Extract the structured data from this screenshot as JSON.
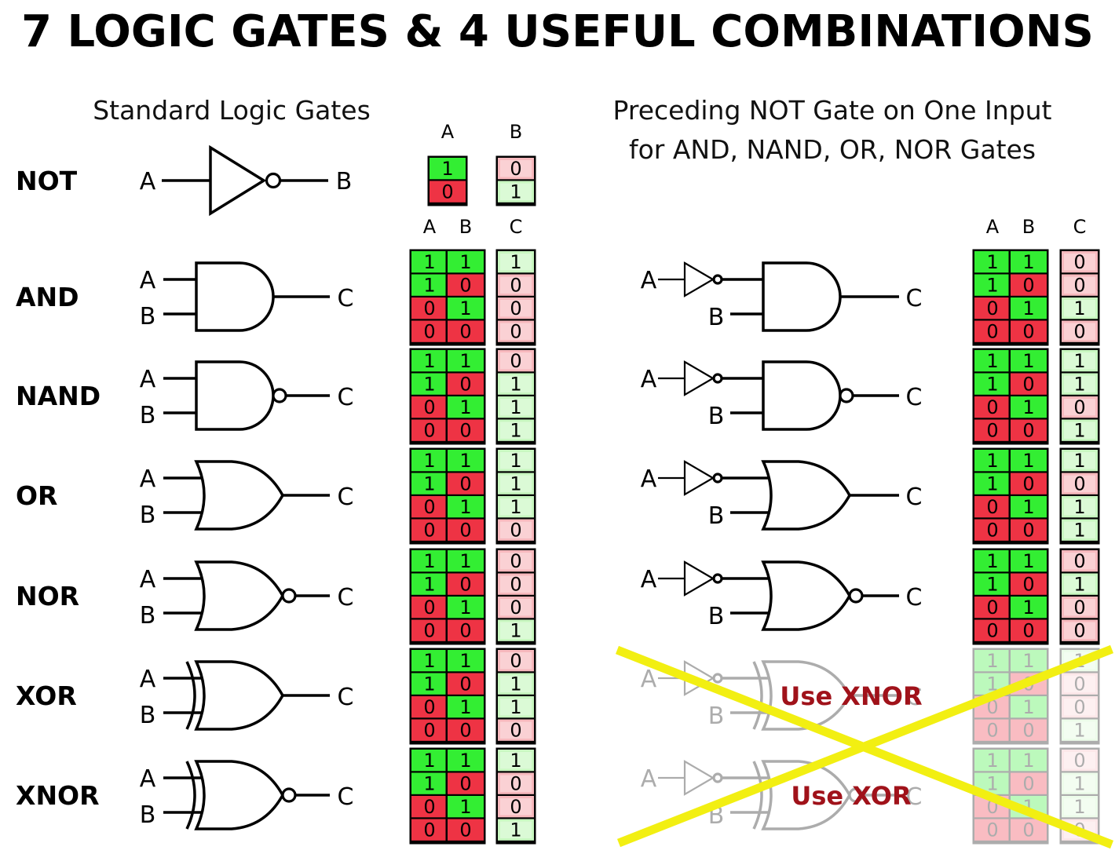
{
  "title": "7 LOGIC GATES & 4 USEFUL COMBINATIONS",
  "headings": {
    "left": "Standard Logic Gates",
    "right_line1": "Preceding NOT Gate on One Input",
    "right_line2": "for AND, NAND, OR, NOR Gates"
  },
  "column_headers": {
    "not": [
      "A",
      "B"
    ],
    "two_input": [
      "A",
      "B",
      "C"
    ]
  },
  "colors": {
    "true_cell": "#33ee33",
    "false_cell": "#ee3344",
    "true_output_light": "#c8f7c0",
    "false_output_light": "#f7b8bd",
    "cross": "#f2ef12",
    "warning_text": "#a0121a"
  },
  "not_gate": {
    "name": "NOT",
    "input_label": "A",
    "output_label": "B",
    "truth_table": {
      "A": [
        "1",
        "0"
      ],
      "B": [
        "0",
        "1"
      ]
    }
  },
  "standard_gates": [
    {
      "name": "AND",
      "shape": "and",
      "bubble": false,
      "inputs": [
        "A",
        "B"
      ],
      "output": "C",
      "A": [
        "1",
        "1",
        "0",
        "0"
      ],
      "B": [
        "1",
        "0",
        "1",
        "0"
      ],
      "C": [
        "1",
        "0",
        "0",
        "0"
      ]
    },
    {
      "name": "NAND",
      "shape": "and",
      "bubble": true,
      "inputs": [
        "A",
        "B"
      ],
      "output": "C",
      "A": [
        "1",
        "1",
        "0",
        "0"
      ],
      "B": [
        "1",
        "0",
        "1",
        "0"
      ],
      "C": [
        "0",
        "1",
        "1",
        "1"
      ]
    },
    {
      "name": "OR",
      "shape": "or",
      "bubble": false,
      "inputs": [
        "A",
        "B"
      ],
      "output": "C",
      "A": [
        "1",
        "1",
        "0",
        "0"
      ],
      "B": [
        "1",
        "0",
        "1",
        "0"
      ],
      "C": [
        "1",
        "1",
        "1",
        "0"
      ]
    },
    {
      "name": "NOR",
      "shape": "or",
      "bubble": true,
      "inputs": [
        "A",
        "B"
      ],
      "output": "C",
      "A": [
        "1",
        "1",
        "0",
        "0"
      ],
      "B": [
        "1",
        "0",
        "1",
        "0"
      ],
      "C": [
        "0",
        "0",
        "0",
        "1"
      ]
    },
    {
      "name": "XOR",
      "shape": "xor",
      "bubble": false,
      "inputs": [
        "A",
        "B"
      ],
      "output": "C",
      "A": [
        "1",
        "1",
        "0",
        "0"
      ],
      "B": [
        "1",
        "0",
        "1",
        "0"
      ],
      "C": [
        "0",
        "1",
        "1",
        "0"
      ]
    },
    {
      "name": "XNOR",
      "shape": "xor",
      "bubble": true,
      "inputs": [
        "A",
        "B"
      ],
      "output": "C",
      "A": [
        "1",
        "1",
        "0",
        "0"
      ],
      "B": [
        "1",
        "0",
        "1",
        "0"
      ],
      "C": [
        "1",
        "0",
        "0",
        "1"
      ]
    }
  ],
  "combination_gates": [
    {
      "shape": "and",
      "bubble": false,
      "faded": false,
      "inputs": [
        "A",
        "B"
      ],
      "output": "C",
      "A": [
        "1",
        "1",
        "0",
        "0"
      ],
      "B": [
        "1",
        "0",
        "1",
        "0"
      ],
      "C": [
        "0",
        "0",
        "1",
        "0"
      ]
    },
    {
      "shape": "and",
      "bubble": true,
      "faded": false,
      "inputs": [
        "A",
        "B"
      ],
      "output": "C",
      "A": [
        "1",
        "1",
        "0",
        "0"
      ],
      "B": [
        "1",
        "0",
        "1",
        "0"
      ],
      "C": [
        "1",
        "1",
        "0",
        "1"
      ]
    },
    {
      "shape": "or",
      "bubble": false,
      "faded": false,
      "inputs": [
        "A",
        "B"
      ],
      "output": "C",
      "A": [
        "1",
        "1",
        "0",
        "0"
      ],
      "B": [
        "1",
        "0",
        "1",
        "0"
      ],
      "C": [
        "1",
        "0",
        "1",
        "1"
      ]
    },
    {
      "shape": "or",
      "bubble": true,
      "faded": false,
      "inputs": [
        "A",
        "B"
      ],
      "output": "C",
      "A": [
        "1",
        "1",
        "0",
        "0"
      ],
      "B": [
        "1",
        "0",
        "1",
        "0"
      ],
      "C": [
        "0",
        "1",
        "0",
        "0"
      ]
    },
    {
      "shape": "xor",
      "bubble": false,
      "faded": true,
      "note": "Use XNOR",
      "inputs": [
        "A",
        "B"
      ],
      "output": "C",
      "A": [
        "1",
        "1",
        "0",
        "0"
      ],
      "B": [
        "1",
        "0",
        "1",
        "0"
      ],
      "C": [
        "1",
        "0",
        "0",
        "1"
      ]
    },
    {
      "shape": "xor",
      "bubble": true,
      "faded": true,
      "note": "Use XOR",
      "inputs": [
        "A",
        "B"
      ],
      "output": "C",
      "A": [
        "1",
        "1",
        "0",
        "0"
      ],
      "B": [
        "1",
        "0",
        "1",
        "0"
      ],
      "C": [
        "0",
        "1",
        "1",
        "0"
      ]
    }
  ]
}
